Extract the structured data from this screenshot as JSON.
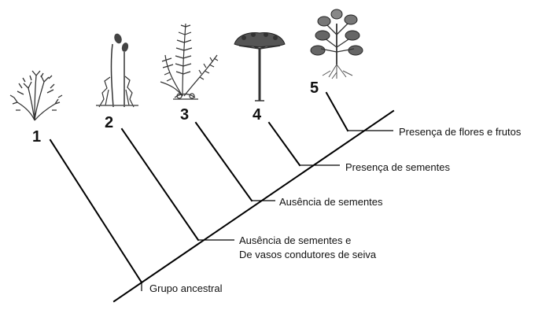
{
  "taxa": [
    {
      "number": "1",
      "icon": "alga-plant-icon"
    },
    {
      "number": "2",
      "icon": "moss-plant-icon"
    },
    {
      "number": "3",
      "icon": "fern-plant-icon"
    },
    {
      "number": "4",
      "icon": "pine-tree-icon"
    },
    {
      "number": "5",
      "icon": "flowering-plant-icon"
    }
  ],
  "nodes": [
    {
      "label": "Grupo ancestral"
    },
    {
      "label_line1": "Ausência de sementes e",
      "label_line2": "De vasos condutores de seiva"
    },
    {
      "label": "Ausência de sementes"
    },
    {
      "label": "Presença de sementes"
    },
    {
      "label": "Presença de flores e frutos"
    }
  ]
}
